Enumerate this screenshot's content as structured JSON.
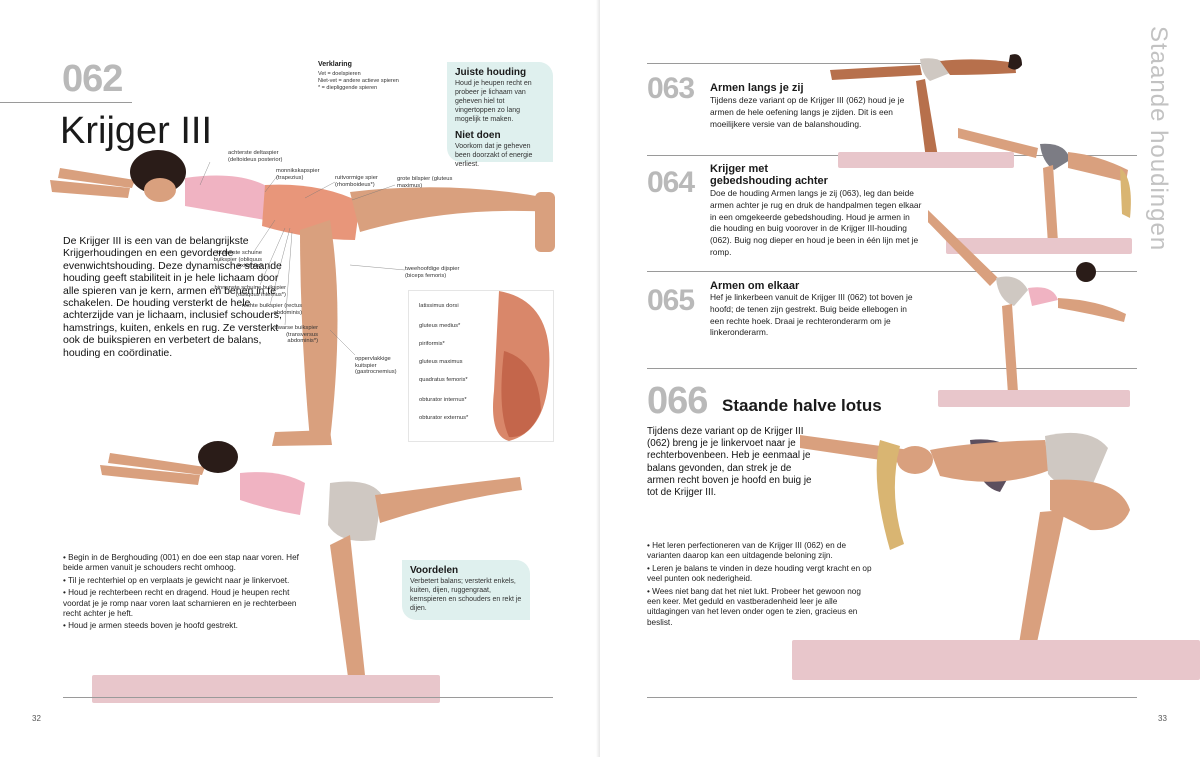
{
  "left": {
    "number": "062",
    "title": "Krijger III",
    "legend": {
      "title": "Verklaring",
      "lines": [
        "Vet = doelspieren",
        "Niet-vet = andere actieve spieren",
        "* = diepliggende spieren"
      ]
    },
    "correct": {
      "title": "Juiste houding",
      "text": "Houd je heupen recht en probeer je lichaam van geheven hiel tot vingertoppen zo lang mogelijk te maken."
    },
    "dont": {
      "title": "Niet doen",
      "text": "Voorkom dat je geheven been doorzakt of energie verliest."
    },
    "intro": "De Krijger III is een van de belangrijkste Krijgerhoudingen en een gevorderde evenwichtshouding. Deze dynamische staande houding geeft stabiliteit in je hele lichaam door alle spieren van je kern, armen en benen in te schakelen. De houding versterkt de hele achterzijde van je lichaam, inclusief schouders, hamstrings, kuiten, enkels en rug. Ze versterkt ook de buikspieren en verbetert de balans, houding en coördinatie.",
    "muscles": {
      "deltoid": "achterste deltaspier (deltoideus posterior)",
      "trapezius": "monnikskapspier (trapezius)",
      "rhomboid": "ruitvormige spier (rhomboideus*)",
      "gluteus": "grote bilspier (gluteus maximus)",
      "obliqueExt": "buitenste schuine buikspier (obliquus externus)",
      "obliqueInt": "binnenste schuine buikspier (obliquus internus*)",
      "rectus": "rechte buikspier (rectus abdominis)",
      "transversus": "dwarse buikspier (transversus abdominis*)",
      "biceps": "tweehoofdige dijspier (biceps femoris)",
      "gastro": "oppervlakkige kuitspier (gastrocnemius)"
    },
    "anatomy": [
      "latissimus dorsi",
      "gluteus medius*",
      "piriformis*",
      "gluteus maximus",
      "quadratus femoris*",
      "obturator internus*",
      "obturator externus*"
    ],
    "bullets": [
      "Begin in de Berghouding (001) en doe een stap naar voren. Hef beide armen vanuit je schouders recht omhoog.",
      "Til je rechterhiel op en verplaats je gewicht naar je linkervoet.",
      "Houd je rechterbeen recht en dragend. Houd je heupen recht voordat je je romp naar voren laat scharnieren en je rechterbeen recht achter je heft.",
      "Houd je armen steeds boven je hoofd gestrekt."
    ],
    "benefits": {
      "title": "Voordelen",
      "text": "Verbetert balans; versterkt enkels, kuiten, dijen, ruggengraat, kernspieren en schouders en rekt je dijen."
    },
    "page": "32"
  },
  "right": {
    "section": "Staande houdingen",
    "variants": [
      {
        "num": "063",
        "title": "Armen langs je zij",
        "text": "Tijdens deze variant op de Krijger III (062) houd je je armen de hele oefening langs je zijden. Dit is een moeilijkere versie van de balanshouding."
      },
      {
        "num": "064",
        "title": "Krijger met gebedshouding achter",
        "text": "Doe de houding Armen langs je zij (063), leg dan beide armen achter je rug en druk de handpalmen tegen elkaar in een omgekeerde gebedshouding. Houd je armen in die houding en buig voorover in de Krijger III-houding (062). Buig nog dieper en houd je been in één lijn met je romp."
      },
      {
        "num": "065",
        "title": "Armen om elkaar",
        "text": "Hef je linkerbeen vanuit de Krijger III (062) tot boven je hoofd; de tenen zijn gestrekt. Buig beide ellebogen in een rechte hoek. Draai je rechteronderarm om je linkeronderarm."
      }
    ],
    "lotus": {
      "num": "066",
      "title": "Staande halve lotus",
      "intro": "Tijdens deze variant op de Krijger III (062) breng je je linkervoet naar je rechterbovenbeen. Heb je eenmaal je balans gevonden, dan strek je de armen recht boven je hoofd en buig je tot de Krijger III.",
      "bullets": [
        "Het leren perfectioneren van de Krijger III (062) en de varianten daarop kan een uitdagende beloning zijn.",
        "Leren je balans te vinden in deze houding vergt kracht en op veel punten ook nederigheid.",
        "Wees niet bang dat het niet lukt. Probeer het gewoon nog een keer. Met geduld en vastberadenheid leer je alle uitdagingen van het leven onder ogen te zien, gracieus en beslist."
      ]
    },
    "page": "33"
  }
}
